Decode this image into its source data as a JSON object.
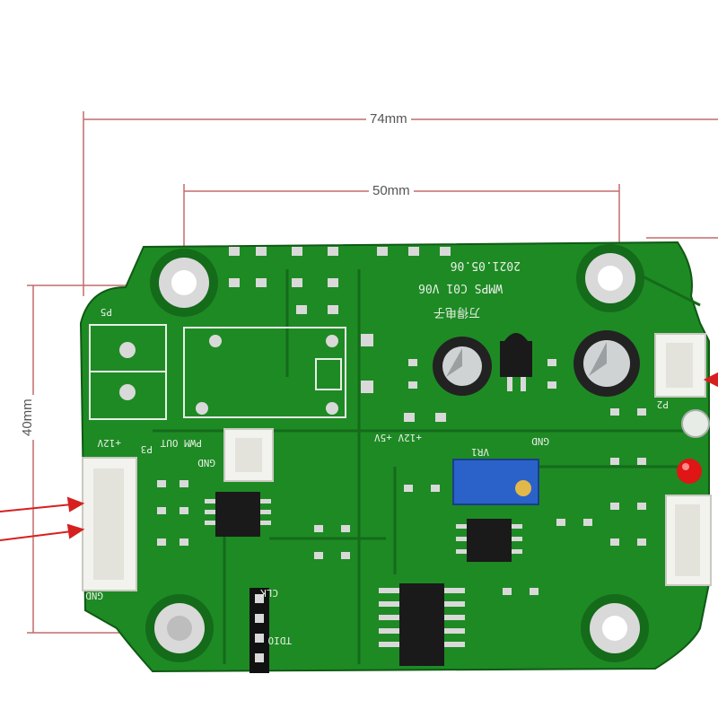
{
  "dimensions": {
    "width_total": "74mm",
    "width_holes": "50mm",
    "height": "40mm"
  },
  "silkscreen": {
    "date": "2021.05.06",
    "model": "WMPS C01 V06",
    "brand": "万得电子",
    "plus12v": "+12V",
    "power_line": "+12V +5V",
    "pwm_out": "PWM OUT",
    "gnd": "GND",
    "gnd2": "GND",
    "gnd3": "GND",
    "tdio": "TDIO",
    "clk": "CLK",
    "vr1": "VR1",
    "p2": "P2",
    "p3": "P3",
    "p5": "P5"
  },
  "colors": {
    "board": "#1e8a24",
    "board_dark": "#146b1a",
    "copper_pad": "#d9d9d9",
    "silk": "#e8efe6",
    "dimension_line": "#c46b6b",
    "arrow": "#d62020",
    "trimpot": "#2a62c9",
    "led": "#e01515"
  }
}
